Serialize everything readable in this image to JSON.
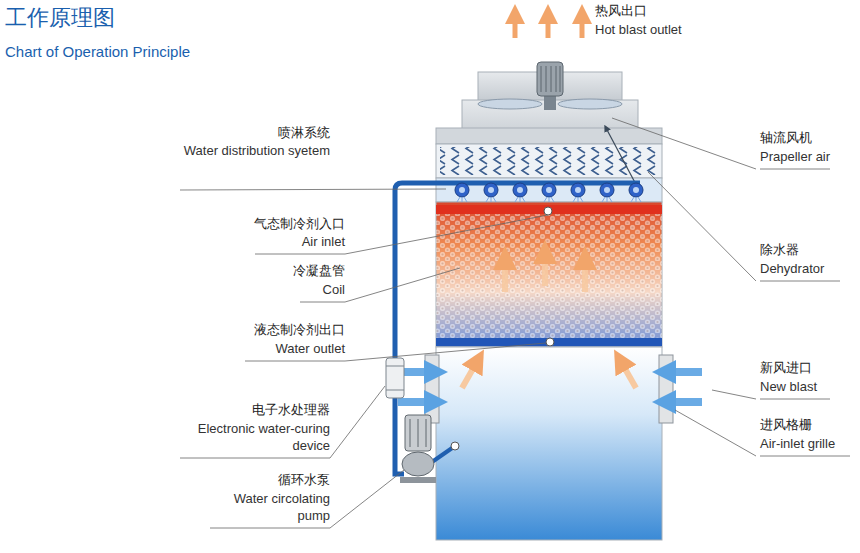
{
  "diagram": {
    "title": "工作原理图",
    "labels": [
      "Chart of Operation Principle",
      "热风出口",
      "Hot blast outlet",
      "喷淋系统",
      "Water distribution syetem",
      "轴流风机",
      "Prapeller air",
      "气态制冷剂入口",
      "Air inlet",
      "冷凝盘管",
      "Coil",
      "除水器",
      "Dehydrator",
      "液态制冷剂出口",
      "Water outlet",
      "新风进口",
      "New blast",
      "电子水处理器",
      "Electronic water-curing device",
      "进风格栅",
      "Air-inlet grille",
      "循环水泵",
      "Water circolating pump"
    ]
  }
}
